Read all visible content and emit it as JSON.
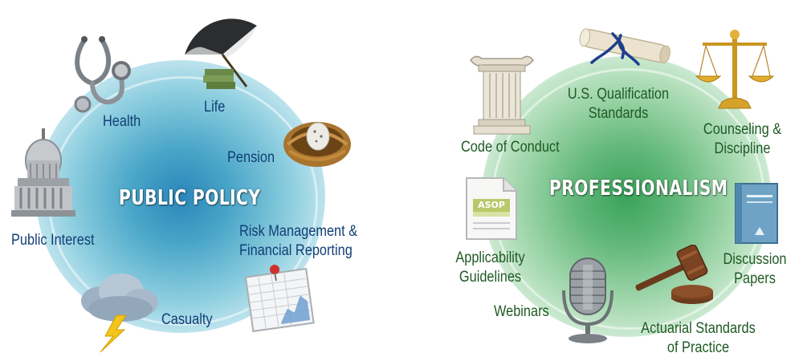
{
  "public_policy": {
    "title": "PUBLIC POLICY",
    "items": {
      "health": "Health",
      "life": "Life",
      "pension": "Pension",
      "risk_line1": "Risk Management &",
      "risk_line2": "Financial Reporting",
      "casualty": "Casualty",
      "public_interest": "Public Interest"
    },
    "colors": {
      "circle": "#2a86b9",
      "text": "#123f75"
    }
  },
  "professionalism": {
    "title": "PROFESSIONALISM",
    "items": {
      "code_of_conduct": "Code of Conduct",
      "usq_line1": "U.S. Qualification",
      "usq_line2": "Standards",
      "counseling_line1": "Counseling &",
      "counseling_line2": "Discipline",
      "discussion_line1": "Discussion",
      "discussion_line2": "Papers",
      "asop_line1": "Actuarial Standards",
      "asop_line2": "of Practice",
      "webinars": "Webinars",
      "applicability_line1": "Applicability",
      "applicability_line2": "Guidelines"
    },
    "asop_doc_label": "ASOP",
    "colors": {
      "circle": "#39a35a",
      "text": "#1f5a25"
    }
  }
}
